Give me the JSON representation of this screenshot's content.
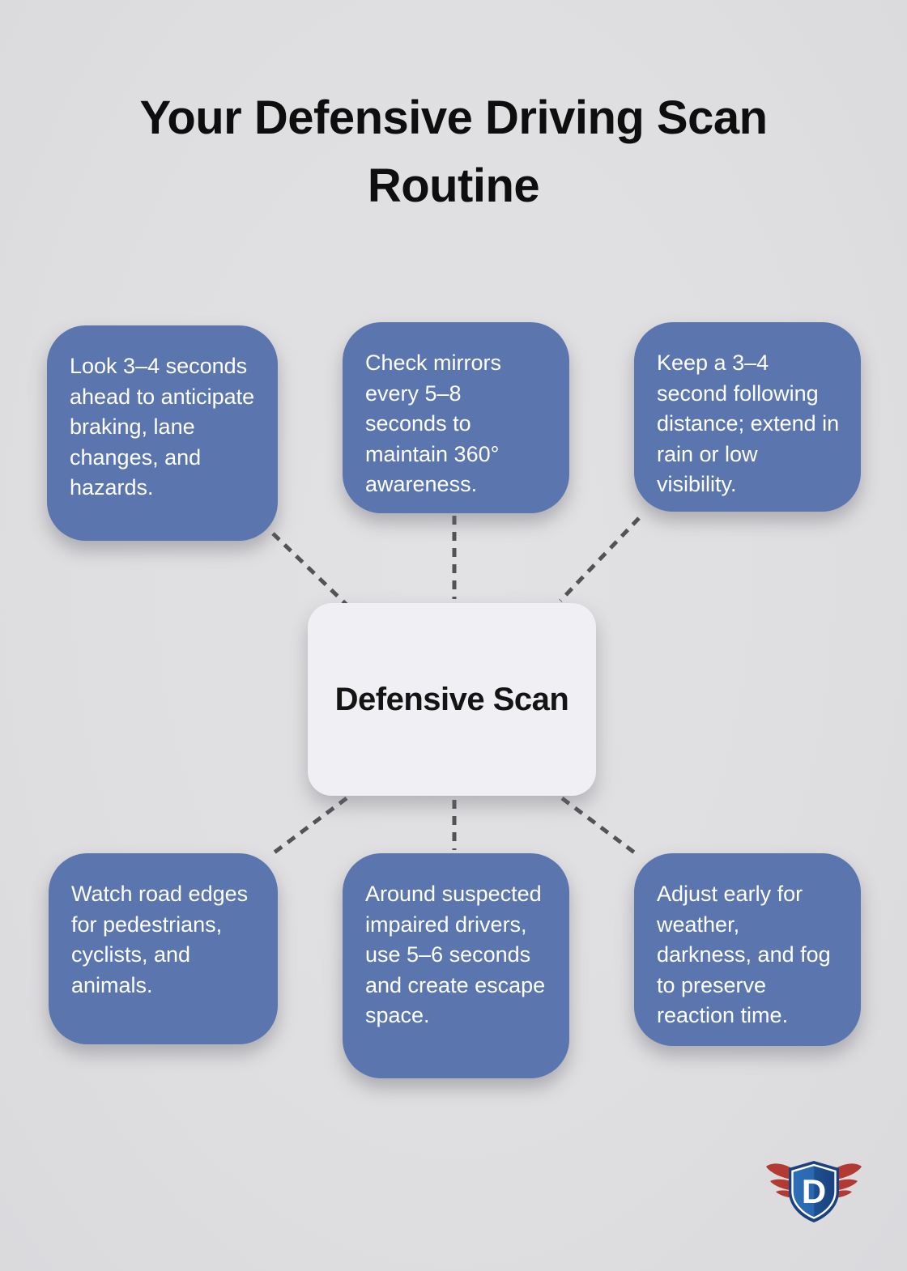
{
  "title": "Your Defensive Driving Scan Routine",
  "center": {
    "label": "Defensive Scan"
  },
  "cards": [
    {
      "id": "look-ahead",
      "position": "top-left",
      "text": "Look 3–4 seconds ahead to anticipate braking, lane changes, and hazards."
    },
    {
      "id": "check-mirrors",
      "position": "top-middle",
      "text": "Check mirrors every 5–8 seconds to maintain 360° awareness."
    },
    {
      "id": "following-distance",
      "position": "top-right",
      "text": "Keep a 3–4 second following distance; extend in rain or low visibility."
    },
    {
      "id": "road-edges",
      "position": "bottom-left",
      "text": "Watch road edges for pedestrians, cyclists, and animals."
    },
    {
      "id": "impaired-drivers",
      "position": "bottom-middle",
      "text": "Around suspected impaired drivers, use 5–6 seconds and create escape space."
    },
    {
      "id": "weather-adjust",
      "position": "bottom-right",
      "text": "Adjust early for weather, darkness, and fog to preserve reaction time."
    }
  ],
  "logo": {
    "letter": "D",
    "description": "shield-with-wings-logo"
  },
  "colors": {
    "background": "#dfdfe1",
    "card_fill": "#5b76ae",
    "card_text": "#ffffff",
    "center_fill": "#f0f0f4",
    "center_text": "#141414",
    "connector_dash": "#525257",
    "title_text": "#0e0e0f",
    "logo_shield_blue": "#2a67b0",
    "logo_shield_navy": "#1a4080",
    "logo_wing_red": "#b23a33",
    "logo_letter": "#ffffff"
  }
}
